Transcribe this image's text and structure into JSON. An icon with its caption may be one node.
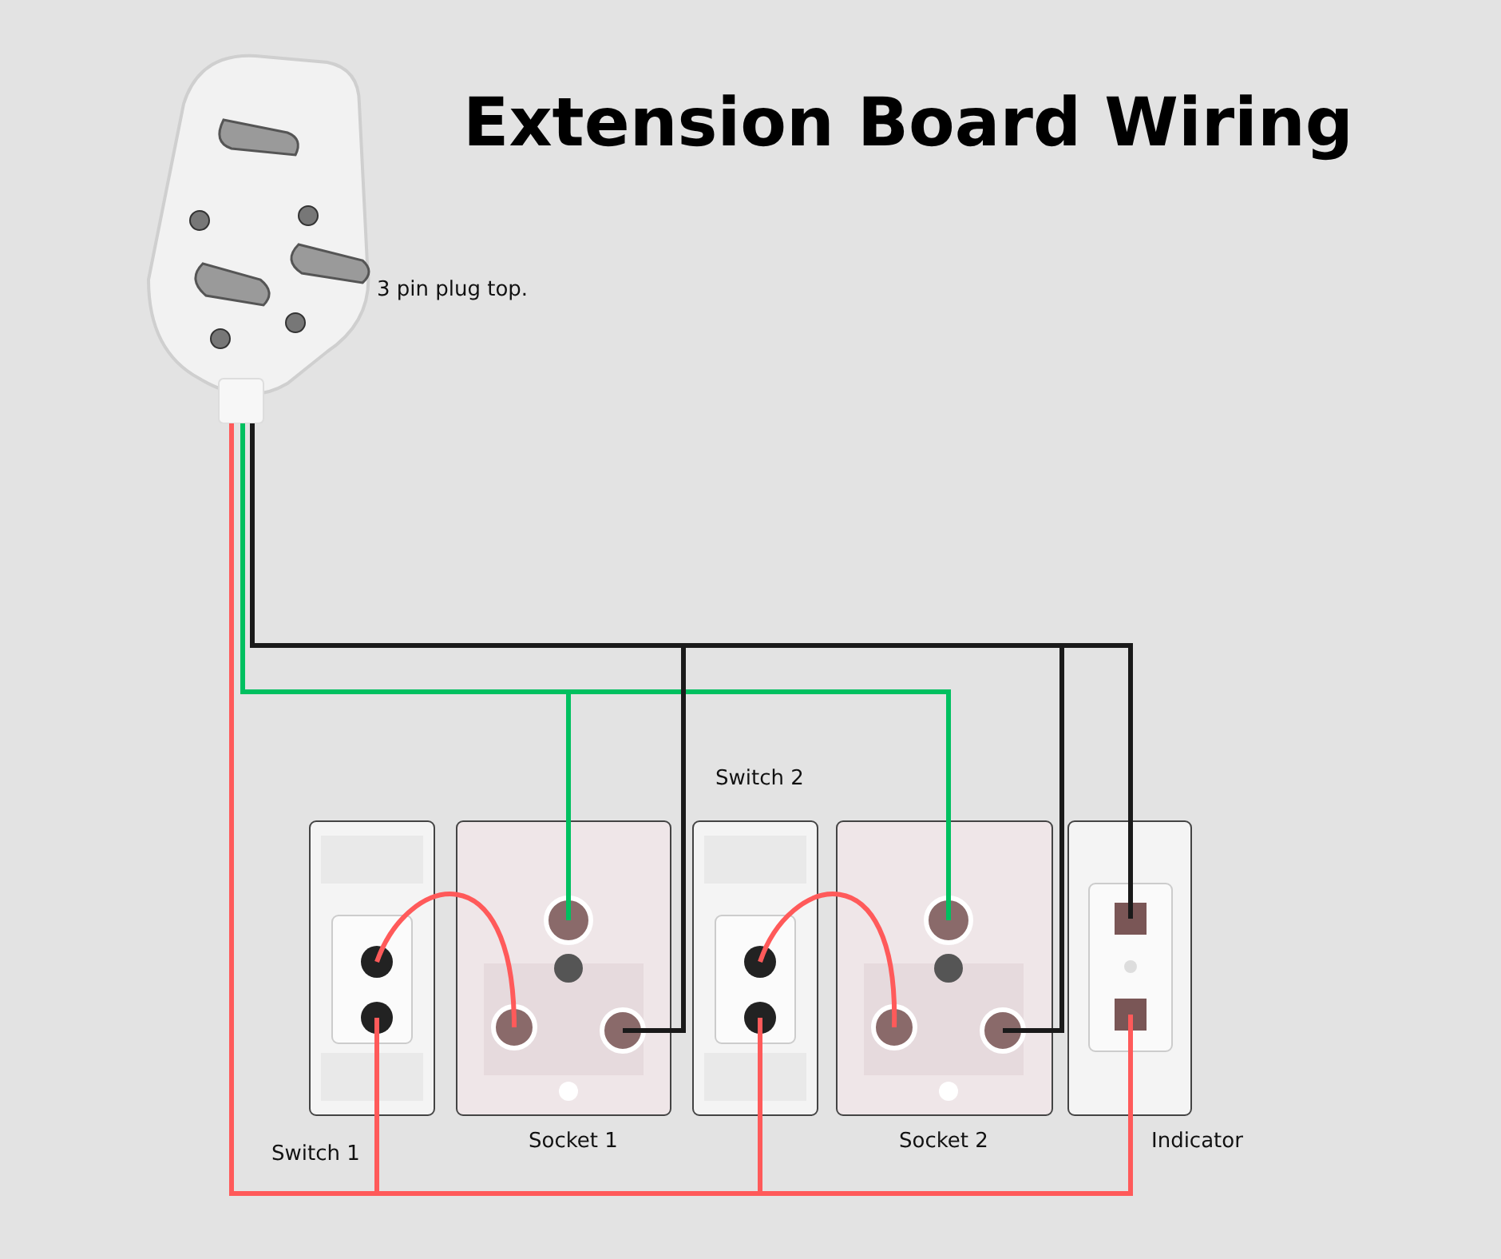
{
  "diagram": {
    "title": "Extension Board Wiring",
    "nodes": [
      {
        "text": [],
        "shape": "picture",
        "beside": [
          "3 pin plug top."
        ]
      },
      {
        "text": [],
        "shape": "picture",
        "beside": [
          "Switch 1"
        ]
      },
      {
        "text": [],
        "shape": "picture",
        "beside": [
          "Socket 1"
        ]
      },
      {
        "text": [],
        "shape": "picture",
        "beside": [
          "Switch 2"
        ]
      },
      {
        "text": [],
        "shape": "picture",
        "beside": [
          "Socket 2"
        ]
      },
      {
        "text": [],
        "shape": "picture",
        "beside": [
          "Indicator"
        ]
      }
    ],
    "edges": [
      {
        "from": 0,
        "to": 1,
        "arrow": "none",
        "color": "#ff5a5a"
      },
      {
        "from": 0,
        "to": 3,
        "arrow": "none",
        "color": "#ff5a5a"
      },
      {
        "from": 0,
        "to": 5,
        "arrow": "none",
        "color": "#ff5a5a"
      },
      {
        "from": 1,
        "to": 2,
        "arrow": "none",
        "color": "#ff5a5a"
      },
      {
        "from": 3,
        "to": 4,
        "arrow": "none",
        "color": "#ff5a5a"
      },
      {
        "from": 0,
        "to": 2,
        "arrow": "none",
        "color": "#00c060"
      },
      {
        "from": 0,
        "to": 4,
        "arrow": "none",
        "color": "#00c060"
      },
      {
        "from": 0,
        "to": 2,
        "arrow": "none",
        "color": "#1a1a1a"
      },
      {
        "from": 0,
        "to": 4,
        "arrow": "none",
        "color": "#1a1a1a"
      },
      {
        "from": 0,
        "to": 5,
        "arrow": "none",
        "color": "#1a1a1a"
      }
    ]
  }
}
